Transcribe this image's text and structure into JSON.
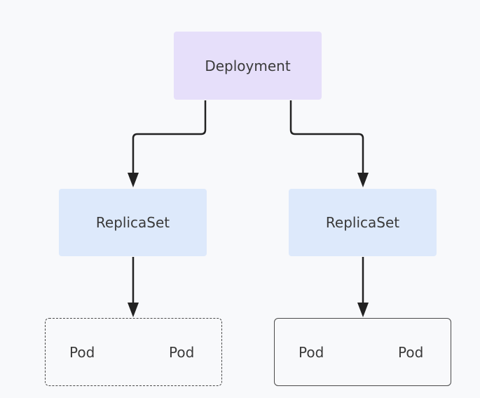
{
  "nodes": {
    "deployment": "Deployment",
    "replicaset_left": "ReplicaSet",
    "replicaset_right": "ReplicaSet"
  },
  "pod_groups": {
    "left": {
      "border": "dashed",
      "pods": [
        "Pod",
        "Pod"
      ]
    },
    "right": {
      "border": "solid",
      "pods": [
        "Pod",
        "Pod"
      ]
    }
  },
  "edges": [
    {
      "from": "Deployment",
      "to": "ReplicaSet (left)"
    },
    {
      "from": "Deployment",
      "to": "ReplicaSet (right)"
    },
    {
      "from": "ReplicaSet (left)",
      "to": "Pod group (left)"
    },
    {
      "from": "ReplicaSet (right)",
      "to": "Pod group (right)"
    }
  ],
  "colors": {
    "deployment_fill": "#e6dffa",
    "replicaset_fill": "#dde9fb",
    "edge": "#222222",
    "background": "#f8f9fb"
  }
}
